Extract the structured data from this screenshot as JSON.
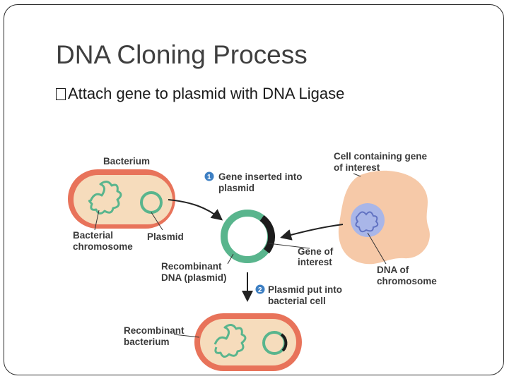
{
  "slide": {
    "title": "DNA Cloning Process",
    "bullet": "Attach gene to plasmid with DNA Ligase"
  },
  "diagram": {
    "labels": {
      "bacterium": "Bacterium",
      "bacterial_chromosome_1": "Bacterial",
      "bacterial_chromosome_2": "chromosome",
      "plasmid": "Plasmid",
      "step1_num": "1",
      "step1_line1": "Gene inserted into",
      "step1_line2": "plasmid",
      "cell_gene_1": "Cell containing gene",
      "cell_gene_2": "of interest",
      "recombinant_dna_1": "Recombinant",
      "recombinant_dna_2": "DNA (plasmid)",
      "gene_of_interest_1": "Gene of",
      "gene_of_interest_2": "interest",
      "dna_chromosome_1": "DNA of",
      "dna_chromosome_2": "chromosome",
      "step2_num": "2",
      "step2_line1": "Plasmid put into",
      "step2_line2": "bacterial cell",
      "recombinant_bacterium_1": "Recombinant",
      "recombinant_bacterium_2": "bacterium"
    },
    "colors": {
      "bacterium_wall": "#e8735a",
      "bacterium_fill": "#f6dcbc",
      "chromosome": "#59b58d",
      "plasmid": "#59b58d",
      "gene_insert": "#1c1c1c",
      "cell_fill": "#f6c9a8",
      "nucleus": "#a9b6e8",
      "step_badge": "#3d7fc3"
    }
  }
}
